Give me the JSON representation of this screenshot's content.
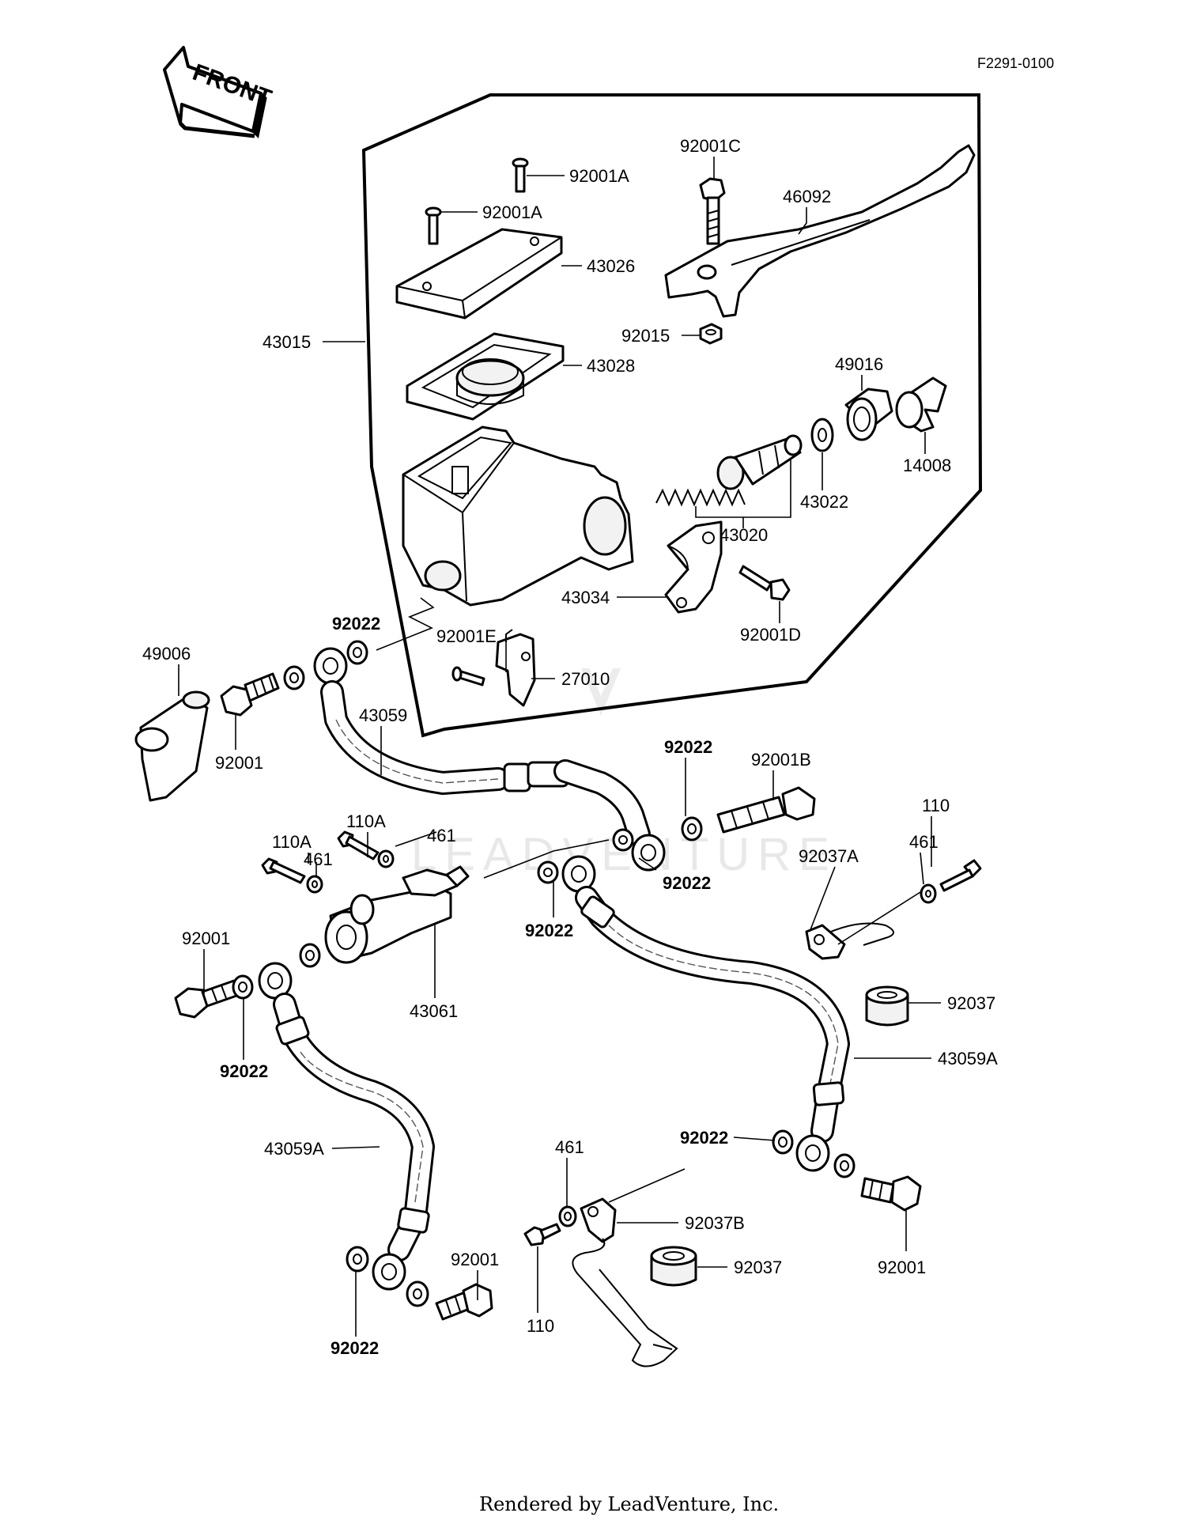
{
  "diagram_ref": "F2291-0100",
  "front_arrow_label": "FRONT",
  "footer": "Rendered by LeadVenture, Inc.",
  "watermark": "LEADVENTURE",
  "part_labels": {
    "p92001A_1": "92001A",
    "p92001A_2": "92001A",
    "p92001C": "92001C",
    "p46092": "46092",
    "p43026": "43026",
    "p43015": "43015",
    "p92015": "92015",
    "p43028": "43028",
    "p49016": "49016",
    "p14008": "14008",
    "p43022": "43022",
    "p43020": "43020",
    "p43034": "43034",
    "p92001D": "92001D",
    "p92022_a": "92022",
    "p92001E": "92001E",
    "p27010": "27010",
    "p49006": "49006",
    "p92001_a": "92001",
    "p43059": "43059",
    "p92022_b": "92022",
    "p92001B": "92001B",
    "p110A_1": "110A",
    "p110A_2": "110A",
    "p461_a": "461",
    "p461_b": "461",
    "p92022_c": "92022",
    "p92037A": "92037A",
    "p461_c": "461",
    "p110_a": "110",
    "p92001_b": "92001",
    "p43061": "43061",
    "p92022_d": "92022",
    "p92037_a": "92037",
    "p92022_e": "92022",
    "p43059A_1": "43059A",
    "p43059A_2": "43059A",
    "p92022_f": "92022",
    "p461_d": "461",
    "p92037B": "92037B",
    "p92037_b": "92037",
    "p92001_c": "92001",
    "p92001_d": "92001",
    "p110_b": "110",
    "p92022_g": "92022"
  }
}
